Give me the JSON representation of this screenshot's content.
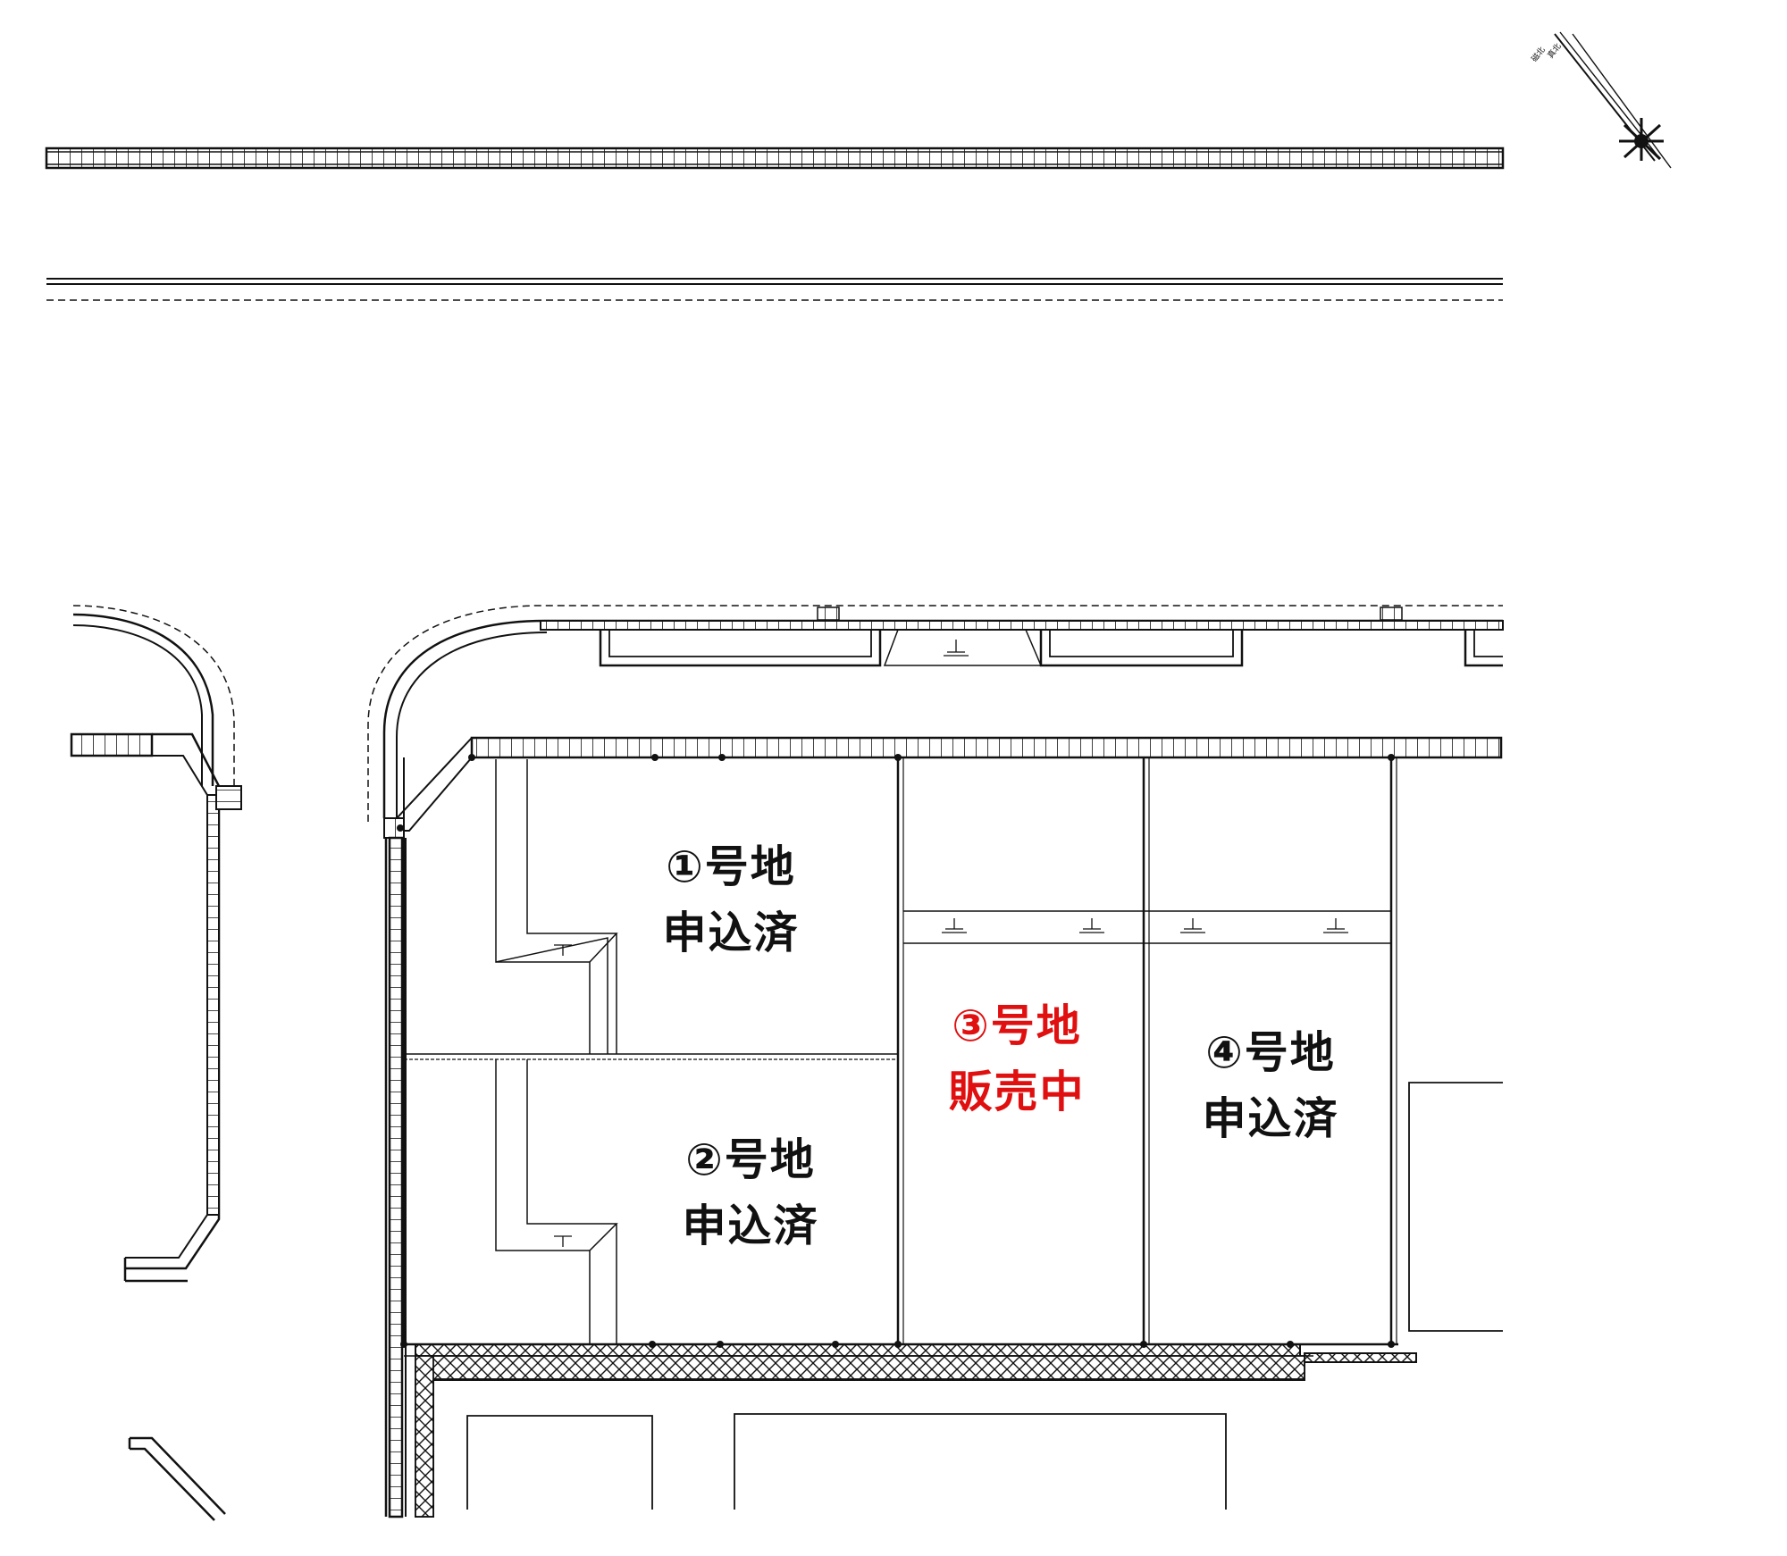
{
  "colors": {
    "line": "#111111",
    "available": "#e01010",
    "taken": "#111111",
    "background": "#ffffff"
  },
  "compass": {
    "icon": "north-arrow-icon",
    "labels": [
      "真北",
      "磁北"
    ]
  },
  "lots": [
    {
      "id": "lot-1",
      "number": "①号地",
      "status": "申込済",
      "available": false
    },
    {
      "id": "lot-2",
      "number": "②号地",
      "status": "申込済",
      "available": false
    },
    {
      "id": "lot-3",
      "number": "③号地",
      "status": "販売中",
      "available": true
    },
    {
      "id": "lot-4",
      "number": "④号地",
      "status": "申込済",
      "available": false
    }
  ]
}
